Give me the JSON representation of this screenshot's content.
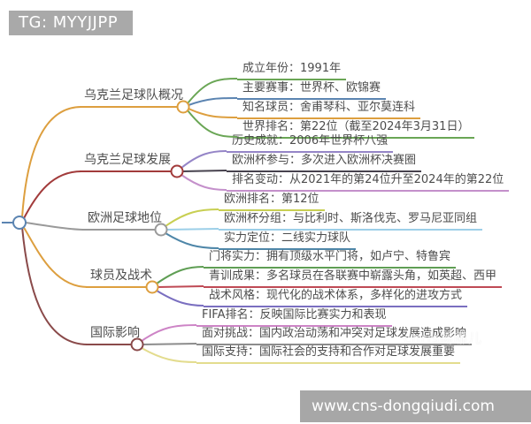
{
  "badge": {
    "text": "TG: MYYJJPP"
  },
  "watermarks": {
    "site_url": "www.cns-dongqiudi.com",
    "faint_text": "chris踢哪儿"
  },
  "palette": {
    "root_blue": "#5b84b1",
    "orange": "#dd9f3f",
    "dark_red": "#a23b3b",
    "gray": "#9a9a9a",
    "maroon": "#8a4a4a",
    "green": "#6aa655",
    "blue": "#5b84b1",
    "light_purple": "#9585c7",
    "dark_slate": "#47424e",
    "pink_lilac": "#c490cb",
    "yellow_green": "#c8cf52",
    "sky_blue": "#9ccfe8",
    "steel_blue": "#4e86a8",
    "leaf_green": "#5f9e54",
    "crimson": "#bf4a55",
    "violet": "#7a6fc0",
    "orchid": "#cd84c6",
    "khaki": "#e3dc8e"
  },
  "branches": [
    {
      "label": "乌克兰足球队概况",
      "color": "#dd9f3f",
      "children": [
        {
          "text": "成立年份：1991年",
          "color": "#6aa655"
        },
        {
          "text": "主要赛事：世界杯、欧锦赛",
          "color": "#5b84b1"
        },
        {
          "text": "知名球员：舍甫琴科、亚尔莫连科",
          "color": "#dd9f3f"
        },
        {
          "text": "世界排名：第22位（截至2024年3月31日）",
          "color": "#6aa655"
        }
      ]
    },
    {
      "label": "乌克兰足球发展",
      "color": "#a23b3b",
      "children": [
        {
          "text": "历史成就：2006年世界杯八强",
          "color": "#9585c7"
        },
        {
          "text": "欧洲杯参与：多次进入欧洲杯决赛圈",
          "color": "#47424e"
        },
        {
          "text": "排名变动：从2021年的第24位升至2024年的第22位",
          "color": "#c490cb"
        }
      ]
    },
    {
      "label": "欧洲足球地位",
      "color": "#9a9a9a",
      "children": [
        {
          "text": "欧洲排名：第12位",
          "color": "#c8cf52"
        },
        {
          "text": "欧洲杯分组：与比利时、斯洛伐克、罗马尼亚同组",
          "color": "#9ccfe8"
        },
        {
          "text": "实力定位：二线实力球队",
          "color": "#4e86a8"
        }
      ]
    },
    {
      "label": "球员及战术",
      "color": "#dd9f3f",
      "children": [
        {
          "text": "门将实力：拥有顶级水平门将，如卢宁、特鲁宾",
          "color": "#5f9e54"
        },
        {
          "text": "青训成果：多名球员在各联赛中崭露头角，如英超、西甲",
          "color": "#bf4a55"
        },
        {
          "text": "战术风格：现代化的战术体系，多样化的进攻方式",
          "color": "#7a6fc0"
        }
      ]
    },
    {
      "label": "国际影响",
      "color": "#8a4a4a",
      "children": [
        {
          "text": "FIFA排名：反映国际比赛实力和表现",
          "color": "#cd84c6"
        },
        {
          "text": "面对挑战：国内政治动荡和冲突对足球发展造成影响",
          "color": "#8c8c8c"
        },
        {
          "text": "国际支持：国际社会的支持和合作对足球发展重要",
          "color": "#e3dc8e"
        }
      ]
    }
  ]
}
